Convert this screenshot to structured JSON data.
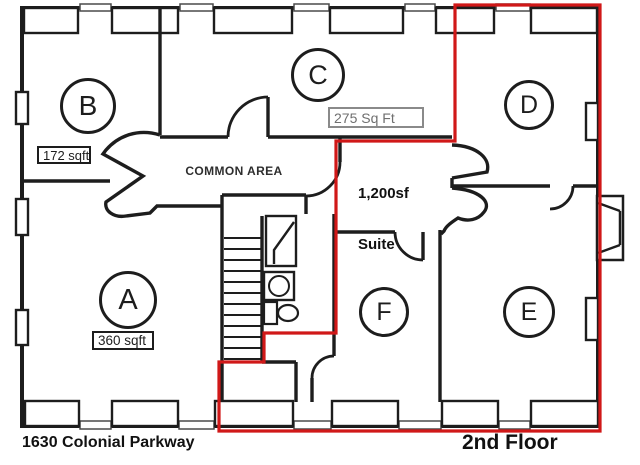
{
  "plan": {
    "address": "1630 Colonial Parkway",
    "floor_label": "2nd Floor",
    "common_area_label": "COMMON AREA",
    "suite": {
      "label_line1": "1,200sf",
      "label_line2": "Suite"
    },
    "rooms": {
      "a": {
        "label": "A",
        "area": "360 sqft"
      },
      "b": {
        "label": "B",
        "area": "172 sqft"
      },
      "c": {
        "label": "C",
        "area": "275 Sq Ft"
      },
      "d": {
        "label": "D"
      },
      "e": {
        "label": "E"
      },
      "f": {
        "label": "F"
      }
    },
    "colors": {
      "suite_outline": "#d01818",
      "wall": "#1d1d1d"
    }
  }
}
